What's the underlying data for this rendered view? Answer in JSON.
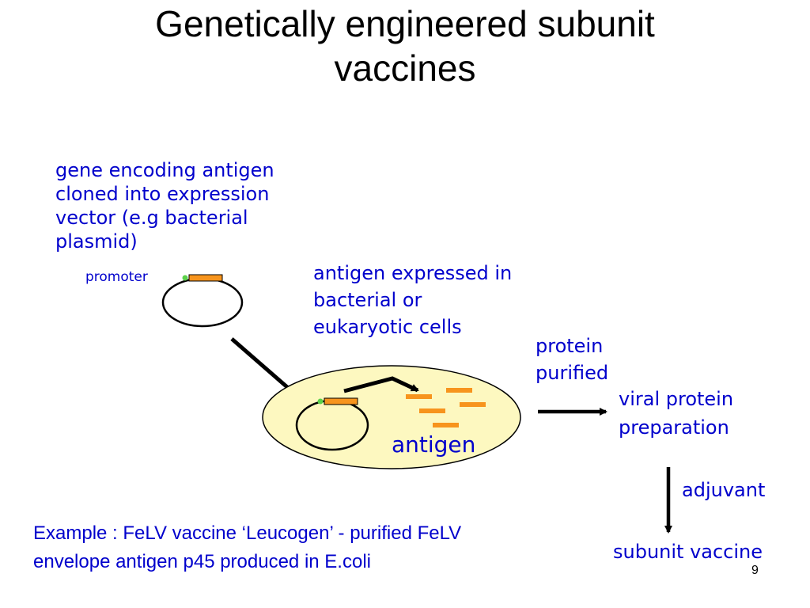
{
  "slide": {
    "title_line1": "Genetically engineered subunit",
    "title_line2": "vaccines",
    "page_number": "9"
  },
  "diagram": {
    "step1_lines": [
      "gene encoding antigen",
      "cloned into expression",
      "vector (e.g bacterial",
      "plasmid)"
    ],
    "promoter_label": "promoter",
    "step2_lines": [
      "antigen expressed in",
      "bacterial or",
      "eukaryotic cells"
    ],
    "step3_lines": [
      "protein",
      "purified"
    ],
    "step4_lines": [
      "viral protein",
      "preparation"
    ],
    "antigen_label": "antigen",
    "adjuvant_label": "adjuvant",
    "final_label": "subunit vaccine"
  },
  "example": {
    "lines": [
      "Example : FeLV vaccine ‘Leucogen’ - purified FeLV",
      "envelope antigen p45 produced in E.coli"
    ]
  },
  "colors": {
    "text_blue": "#0000cc",
    "cell_fill": "#fdf8c0",
    "antigen_orange": "#f7941d",
    "promoter_green": "#5bd14a"
  }
}
